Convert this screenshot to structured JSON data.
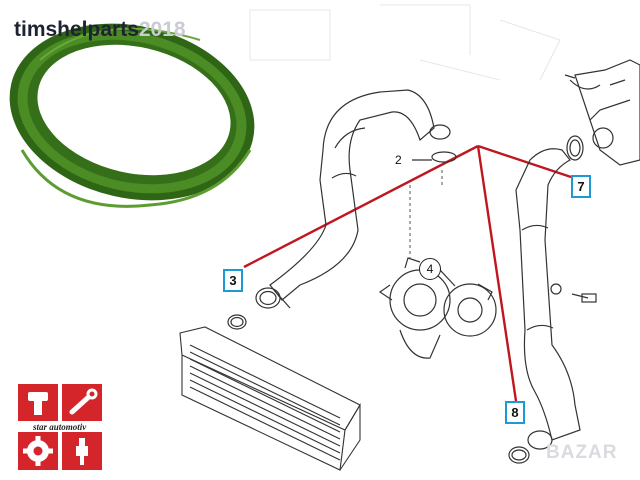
{
  "watermark": {
    "dark": "timshelparts",
    "light": "2018"
  },
  "callouts": {
    "boxed_3": "3",
    "boxed_7": "7",
    "boxed_8": "8",
    "label_2": "2",
    "label_4": "4"
  },
  "logo": {
    "caption": "star automotiv"
  },
  "brand_mark": "BAZAR",
  "colors": {
    "seal": "#3f7d1e",
    "callout_border": "#1b9ad6",
    "leader_line": "#c0161f",
    "logo_tile": "#d4262a",
    "line_art": "#333333"
  },
  "icons": [
    "piston-icon",
    "wrench-icon",
    "gear-icon",
    "spark-plug-icon"
  ]
}
